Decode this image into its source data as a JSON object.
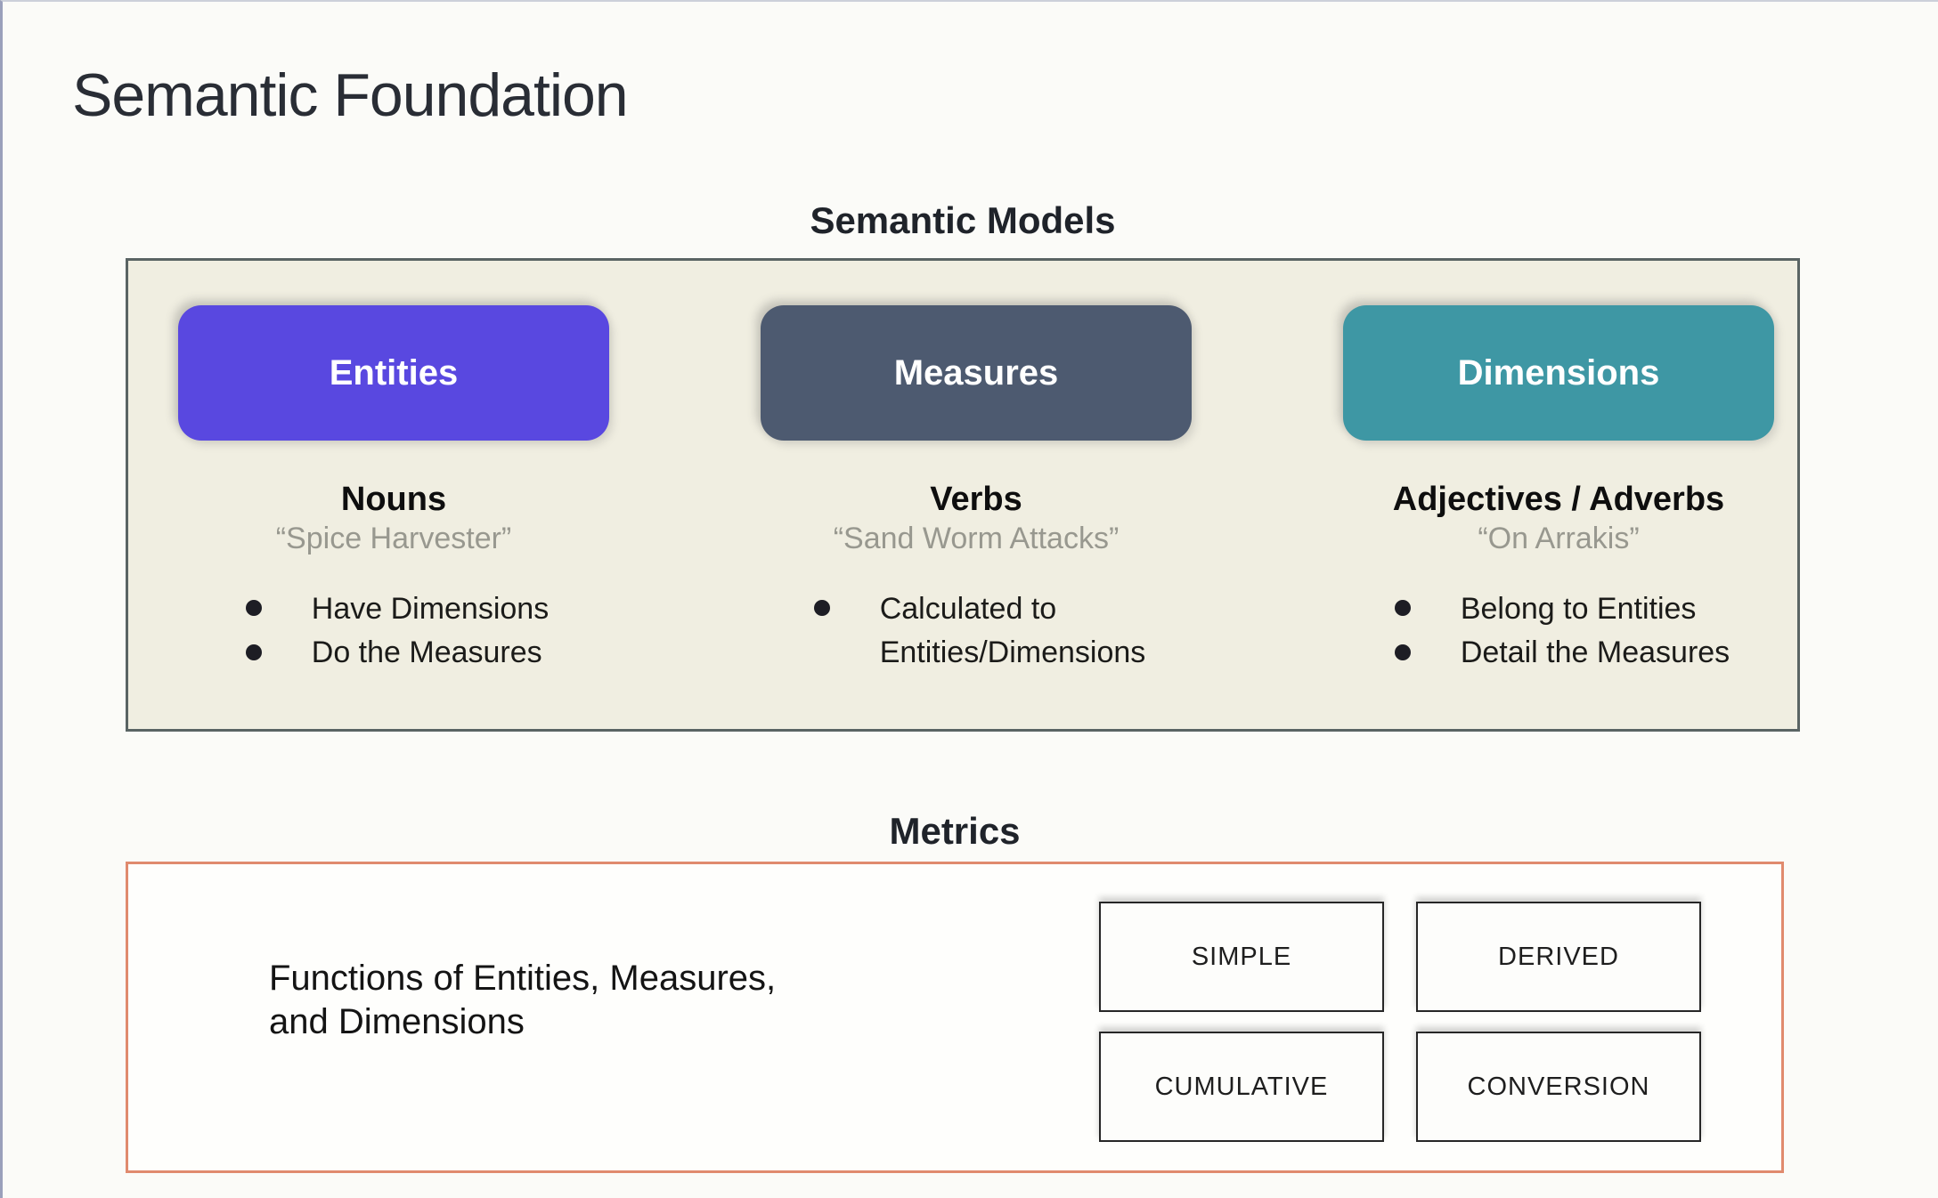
{
  "slide": {
    "title": "Semantic Foundation"
  },
  "colors": {
    "entities_pill": "#5948e0",
    "measures_pill": "#4d5a70",
    "dimensions_pill": "#3e97a4",
    "models_box_bg": "#f0eee1",
    "models_box_border": "#5a6464",
    "metrics_box_border": "#e08a6e"
  },
  "semantic_models": {
    "heading": "Semantic Models",
    "columns": [
      {
        "pill_label": "Entities",
        "pill_color": "#5948e0",
        "heading": "Nouns",
        "quote": "“Spice Harvester”",
        "bullets": [
          "Have Dimensions",
          "Do the Measures"
        ]
      },
      {
        "pill_label": "Measures",
        "pill_color": "#4d5a70",
        "heading": "Verbs",
        "quote": "“Sand Worm Attacks”",
        "bullets": [
          "Calculated to\nEntities/Dimensions"
        ]
      },
      {
        "pill_label": "Dimensions",
        "pill_color": "#3e97a4",
        "heading": "Adjectives / Adverbs",
        "quote": "“On Arrakis”",
        "bullets": [
          "Belong to Entities",
          "Detail the Measures"
        ]
      }
    ]
  },
  "metrics": {
    "heading": "Metrics",
    "description": "Functions of Entities, Measures,\nand Dimensions",
    "boxes": [
      "SIMPLE",
      "DERIVED",
      "CUMULATIVE",
      "CONVERSION"
    ]
  }
}
